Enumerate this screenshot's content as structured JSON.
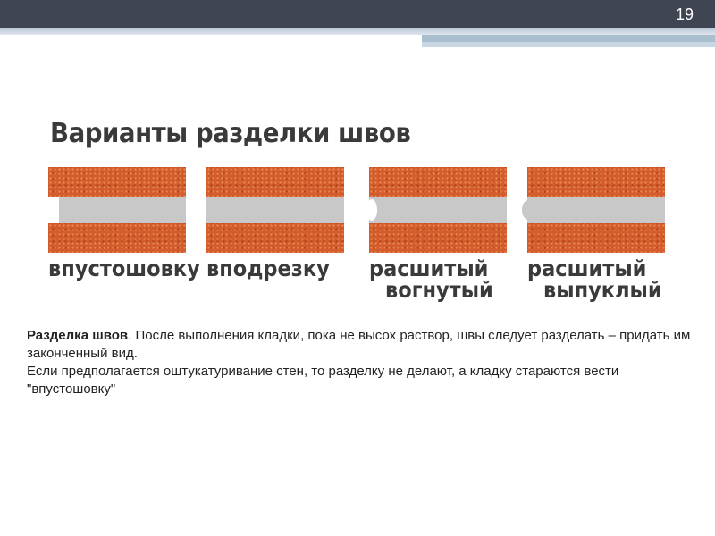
{
  "slide": {
    "number": "19"
  },
  "figure": {
    "title": "Варианты разделки швов",
    "variants": [
      {
        "label_line1": "впустошовку",
        "label_line2": ""
      },
      {
        "label_line1": "вподрезку",
        "label_line2": ""
      },
      {
        "label_line1": "расшитый",
        "label_line2": "вогнутый"
      },
      {
        "label_line1": "расшитый",
        "label_line2": "выпуклый"
      }
    ],
    "colors": {
      "brick": "#d35c2c",
      "mortar": "#c8c8c8"
    }
  },
  "body": {
    "bold_term": "Разделка швов",
    "paragraph1": ". После выполнения кладки, пока не высох раствор, швы следует разделать –  придать им законченный вид.",
    "paragraph2": "Если предполагается оштукатуривание стен, то разделку не делают,  а кладку стараются вести \"впустошовку\""
  },
  "theme": {
    "topbar": "#3f4552",
    "accent": "#a9bfcf"
  }
}
